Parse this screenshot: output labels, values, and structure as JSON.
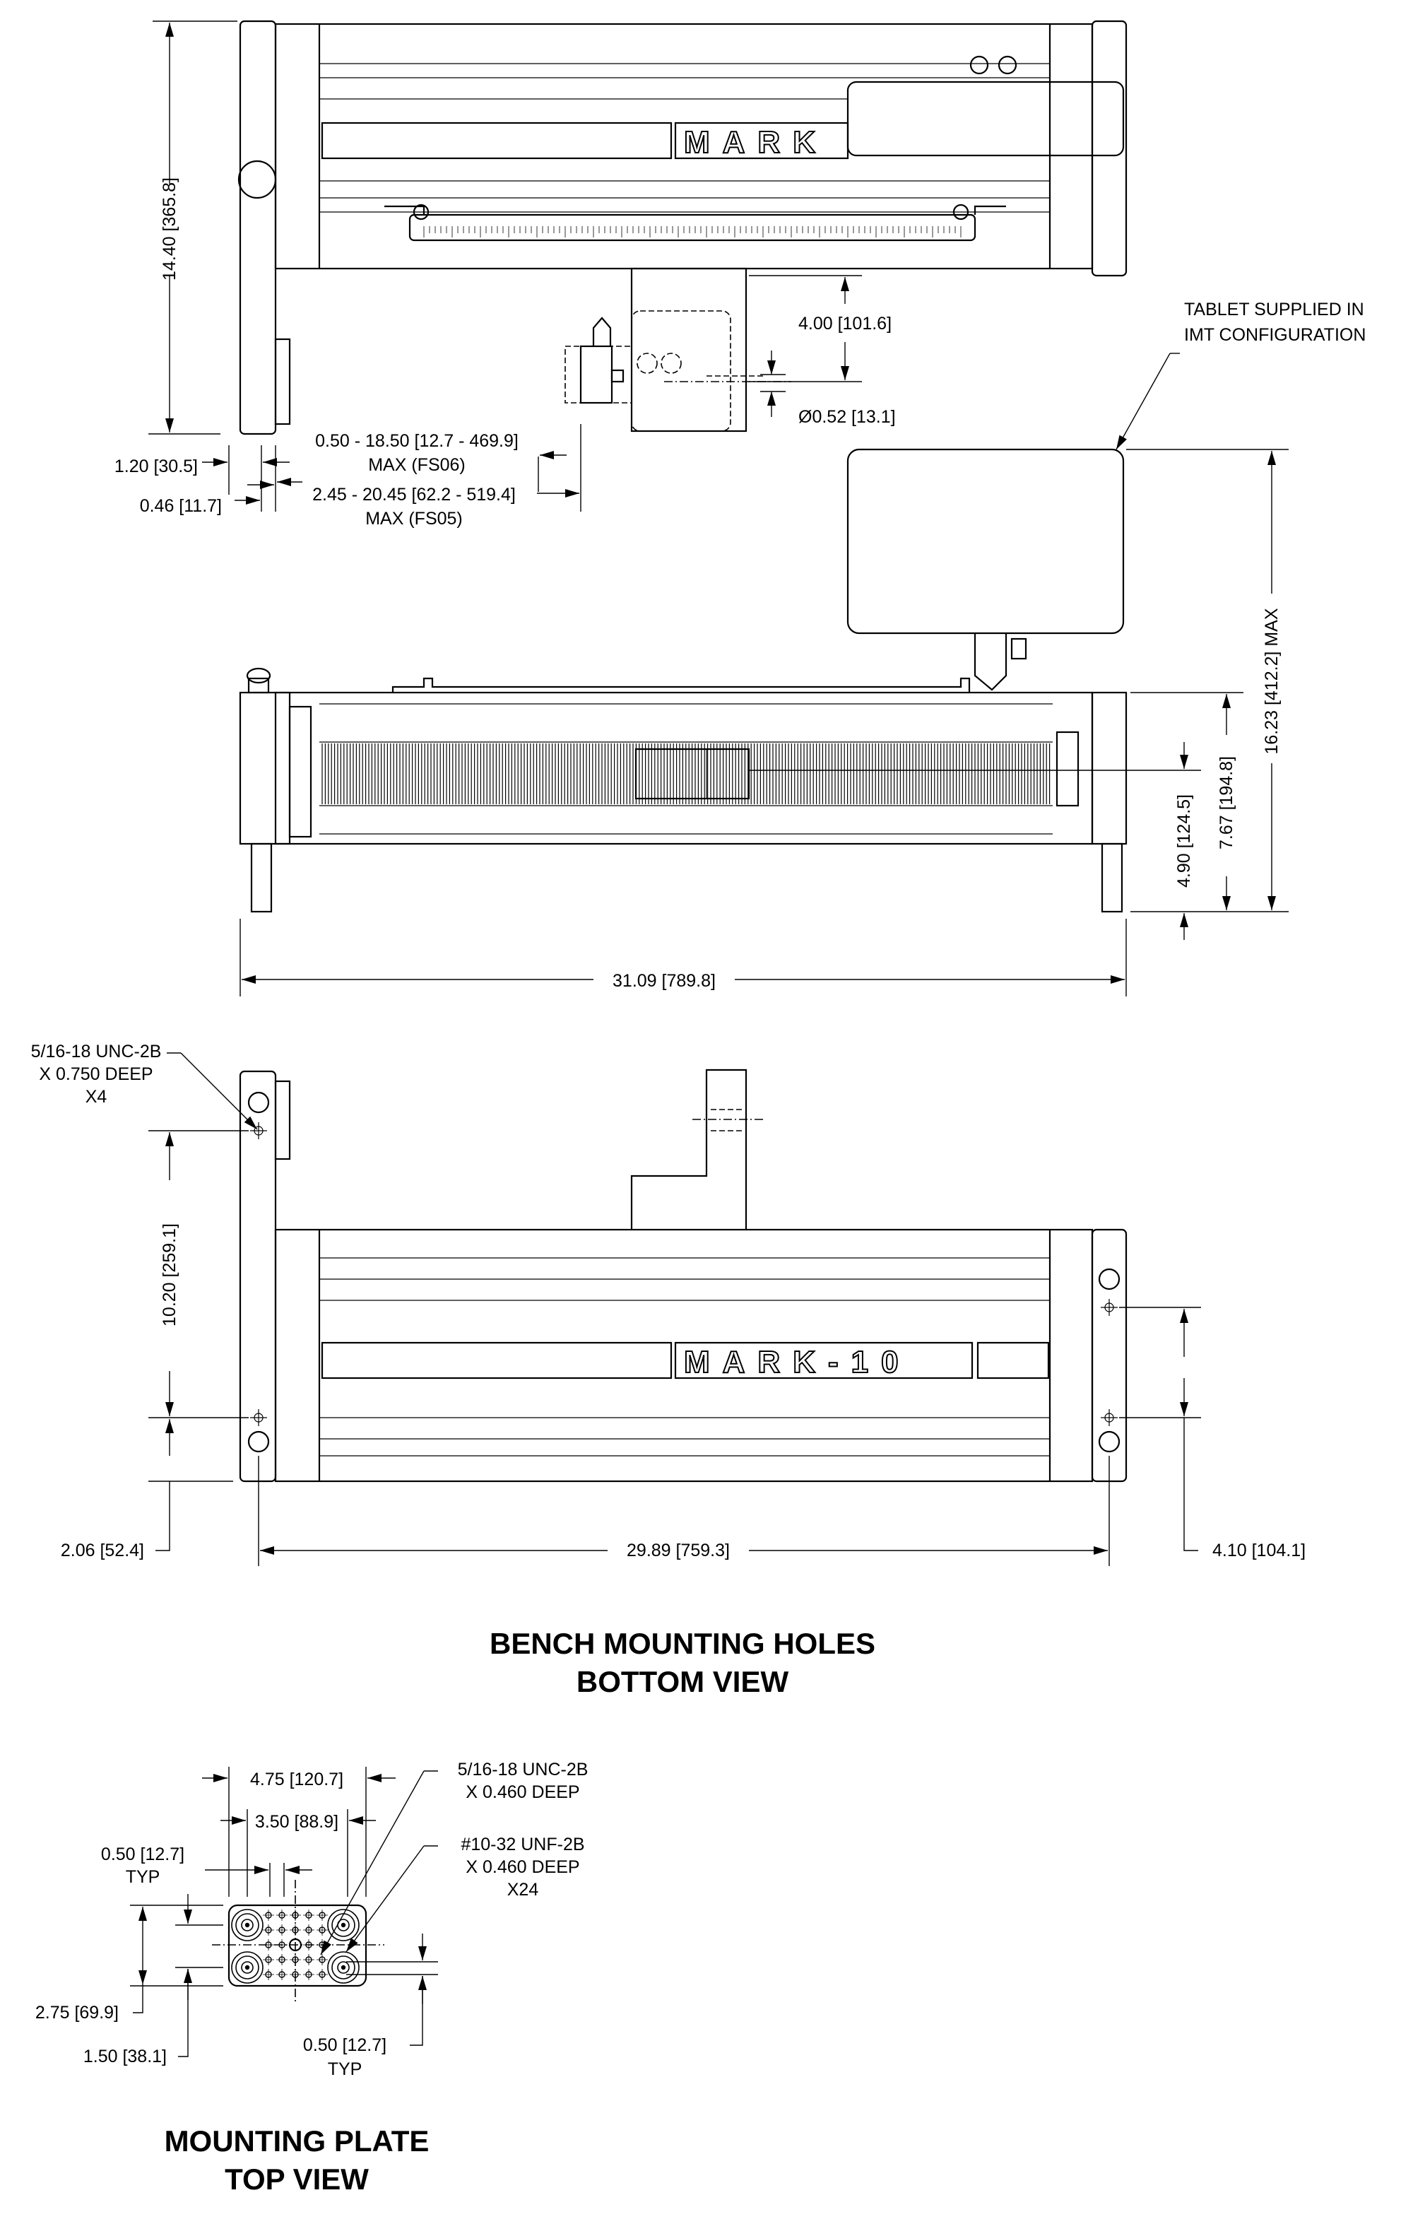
{
  "top_view": {
    "brand": "MARK",
    "dim_height": "14.40 [365.8]",
    "dim_bracket": "4.00 [101.6]",
    "dim_hole": "Ø0.52 [13.1]",
    "dim_fs06": "0.50 - 18.50 [12.7 - 469.9]",
    "dim_fs06_note": "MAX (FS06)",
    "dim_fs05": "2.45 - 20.45 [62.2 - 519.4]",
    "dim_fs05_note": "MAX (FS05)",
    "dim_plate": "1.20 [30.5]",
    "dim_offset": "0.46 [11.7]"
  },
  "tablet_note": [
    "TABLET SUPPLIED IN",
    "IMT CONFIGURATION"
  ],
  "front_view": {
    "dim_low": "4.90 [124.5]",
    "dim_mid": "7.67 [194.8]",
    "dim_max": "16.23 [412.2] MAX",
    "dim_width": "31.09 [789.8]"
  },
  "bottom_view": {
    "brand": "MARK-10",
    "hole_note": [
      "5/16-18 UNC-2B",
      "X 0.750 DEEP",
      "X4"
    ],
    "dim_hole_spacing": "10.20 [259.1]",
    "dim_left_offset": "2.06 [52.4]",
    "dim_length": "29.89 [759.3]",
    "dim_right_offset": "4.10 [104.1]",
    "title": [
      "BENCH MOUNTING HOLES",
      "BOTTOM VIEW"
    ]
  },
  "mounting_plate": {
    "dim_outer": "4.75 [120.7]",
    "dim_inner": "3.50 [88.9]",
    "dim_pitch_x": "0.50 [12.7]",
    "typ_x": "TYP",
    "note_large": [
      "5/16-18 UNC-2B",
      "X 0.460 DEEP"
    ],
    "note_small": [
      "#10-32 UNF-2B",
      "X 0.460 DEEP",
      "X24"
    ],
    "dim_height": "2.75 [69.9]",
    "dim_inner_height": "1.50 [38.1]",
    "dim_pitch_y": "0.50 [12.7]",
    "typ_y": "TYP",
    "title": [
      "MOUNTING PLATE",
      "TOP VIEW"
    ]
  }
}
